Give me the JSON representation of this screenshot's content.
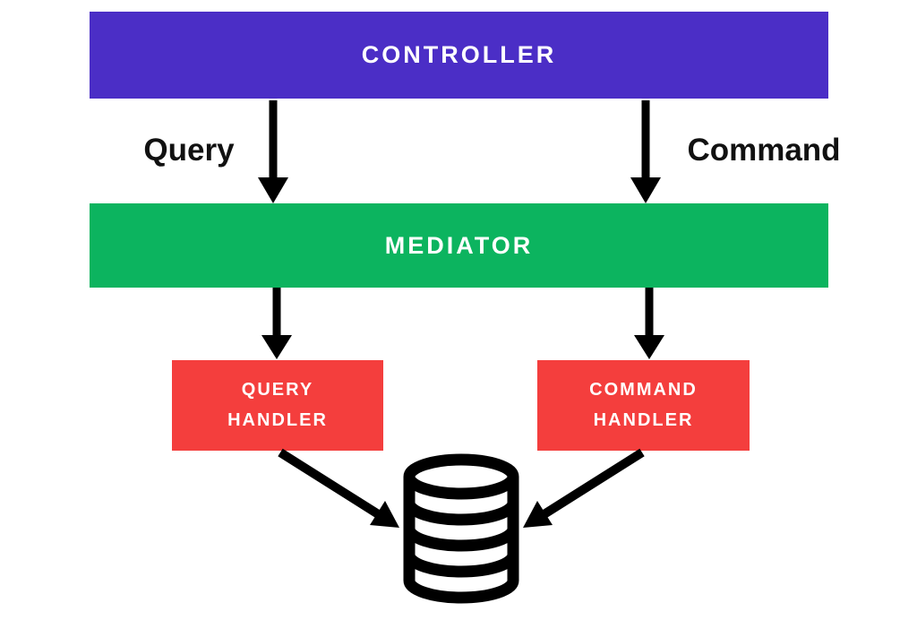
{
  "diagram": {
    "background": "#ffffff",
    "arrow_color": "#000000",
    "nodes": {
      "controller": {
        "label": "CONTROLLER",
        "bg": "#4b2ec6",
        "text_color": "#ffffff"
      },
      "mediator": {
        "label": "MEDIATOR",
        "bg": "#0cb45f",
        "text_color": "#ffffff"
      },
      "query_handler": {
        "line1": "QUERY",
        "line2": "HANDLER",
        "bg": "#f43e3d",
        "text_color": "#ffffff"
      },
      "command_handler": {
        "line1": "COMMAND",
        "line2": "HANDLER",
        "bg": "#f43e3d",
        "text_color": "#ffffff"
      }
    },
    "edge_labels": {
      "query": "Query",
      "command": "Command"
    },
    "icons": {
      "database": "database-icon"
    }
  }
}
